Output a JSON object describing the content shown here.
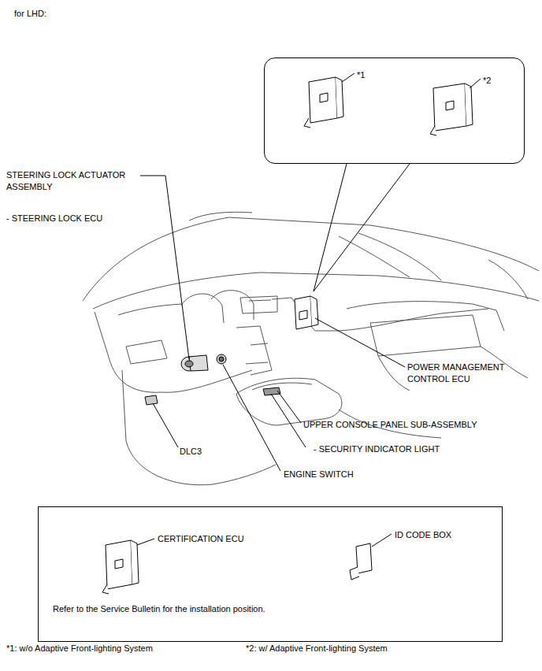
{
  "diagram": {
    "title": "for LHD:",
    "nodes": [
      {
        "text": [
          "*1",
          "*2"
        ]
      },
      {
        "text": [
          "CERTIFICATION ECU",
          "ID CODE BOX",
          "Refer to the Service Bulletin for the installation position."
        ]
      }
    ],
    "labels": [
      "STEERING LOCK ACTUATOR ASSEMBLY",
      "- STEERING LOCK ECU",
      "POWER MANAGEMENT CONTROL ECU",
      "UPPER CONSOLE PANEL SUB-ASSEMBLY",
      "- SECURITY INDICATOR LIGHT",
      "DLC3",
      "ENGINE SWITCH",
      "*1: w/o Adaptive Front-lighting System",
      "*2: w/ Adaptive Front-lighting System"
    ]
  }
}
